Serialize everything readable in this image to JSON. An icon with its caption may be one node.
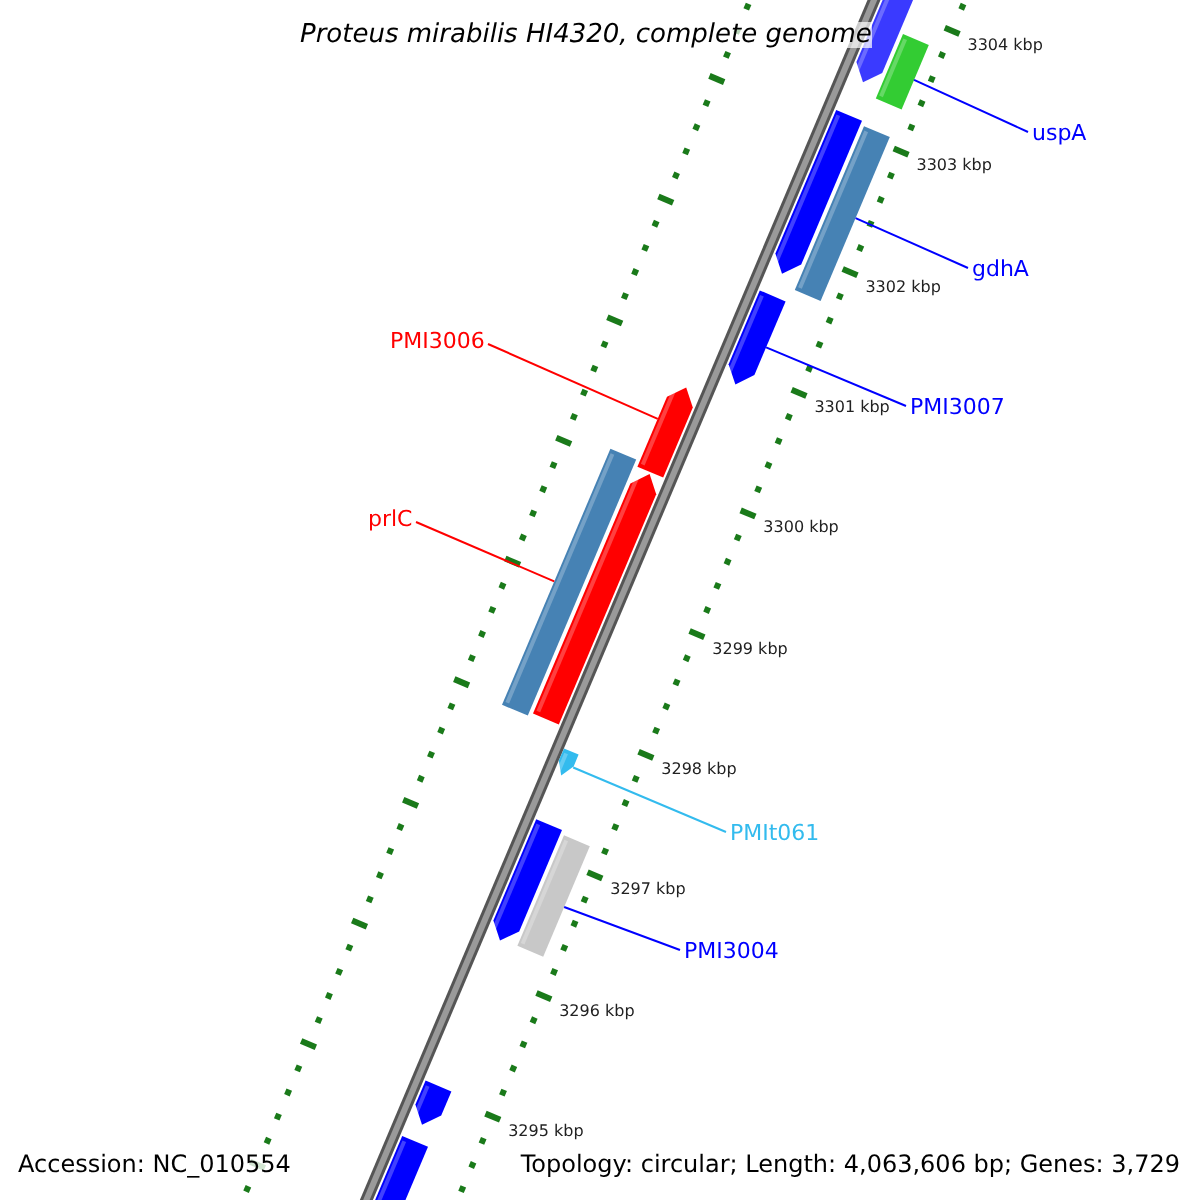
{
  "diagram": {
    "title": "Proteus mirabilis HI4320, complete genome",
    "nodes": [
      {
        "text": [
          "uspA"
        ]
      },
      {
        "text": [],
        "shape": "bar"
      },
      {
        "text": [
          "gdhA"
        ]
      },
      {
        "text": [],
        "shape": "bar"
      },
      {
        "text": [
          "PMI3006"
        ]
      },
      {
        "text": [],
        "shape": "bar"
      },
      {
        "text": [
          "PMI3007"
        ]
      },
      {
        "text": [],
        "shape": "bar"
      },
      {
        "text": [
          "prlC"
        ]
      },
      {
        "text": [],
        "shape": "bar"
      },
      {
        "text": [
          "PMIt061"
        ]
      },
      {
        "text": [],
        "shape": "bar"
      },
      {
        "text": [
          "PMI3004"
        ]
      },
      {
        "text": [],
        "shape": "bar"
      },
      {
        "text": [],
        "shape": "bar"
      },
      {
        "text": [],
        "shape": "bar"
      },
      {
        "text": [],
        "shape": "bar"
      },
      {
        "text": [],
        "shape": "bar"
      },
      {
        "text": [],
        "shape": "bar"
      },
      {
        "text": [],
        "shape": "bar"
      }
    ],
    "edges": [
      {
        "from": 0,
        "to": 1,
        "arrow": "none"
      },
      {
        "from": 2,
        "to": 3,
        "arrow": "none"
      },
      {
        "from": 4,
        "to": 5,
        "arrow": "none",
        "color": "#ff0000"
      },
      {
        "from": 6,
        "to": 7,
        "arrow": "none"
      },
      {
        "from": 8,
        "to": 9,
        "arrow": "none",
        "color": "#ff0000"
      },
      {
        "from": 10,
        "to": 11,
        "arrow": "none",
        "color": "#33bbee"
      },
      {
        "from": 12,
        "to": 13,
        "arrow": "none"
      }
    ],
    "labels": [
      "3304 kbp",
      "3303 kbp",
      "3302 kbp",
      "3301 kbp",
      "3300 kbp",
      "3299 kbp",
      "3298 kbp",
      "3297 kbp",
      "3296 kbp",
      "3295 kbp",
      "Accession: NC_010554",
      "Topology: circular; Length: 4,063,606 bp; Genes: 3,729"
    ]
  }
}
